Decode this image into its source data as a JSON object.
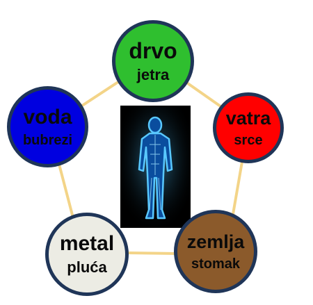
{
  "elements": [
    {
      "id": "wood",
      "title": "drvo",
      "subtitle": "jetra",
      "color": "#2fbf2f",
      "text_color": "#0a0a0a"
    },
    {
      "id": "fire",
      "title": "vatra",
      "subtitle": "srce",
      "color": "#ff0000",
      "text_color": "#0a0a0a"
    },
    {
      "id": "earth",
      "title": "zemlja",
      "subtitle": "stomak",
      "color": "#8b5a2b",
      "text_color": "#0a0a0a"
    },
    {
      "id": "metal",
      "title": "metal",
      "subtitle": "pluća",
      "color": "#ecece4",
      "text_color": "#0a0a0a"
    },
    {
      "id": "water",
      "title": "voda",
      "subtitle": "bubrezi",
      "color": "#0000e0",
      "text_color": "#0a0a0a"
    }
  ],
  "colors": {
    "connector": "#f3d488",
    "node_border": "#1f3558",
    "figure_background": "#000000",
    "figure_glow": "#2aa8ff"
  },
  "icons": {
    "center": "glowing-human-body-icon"
  }
}
